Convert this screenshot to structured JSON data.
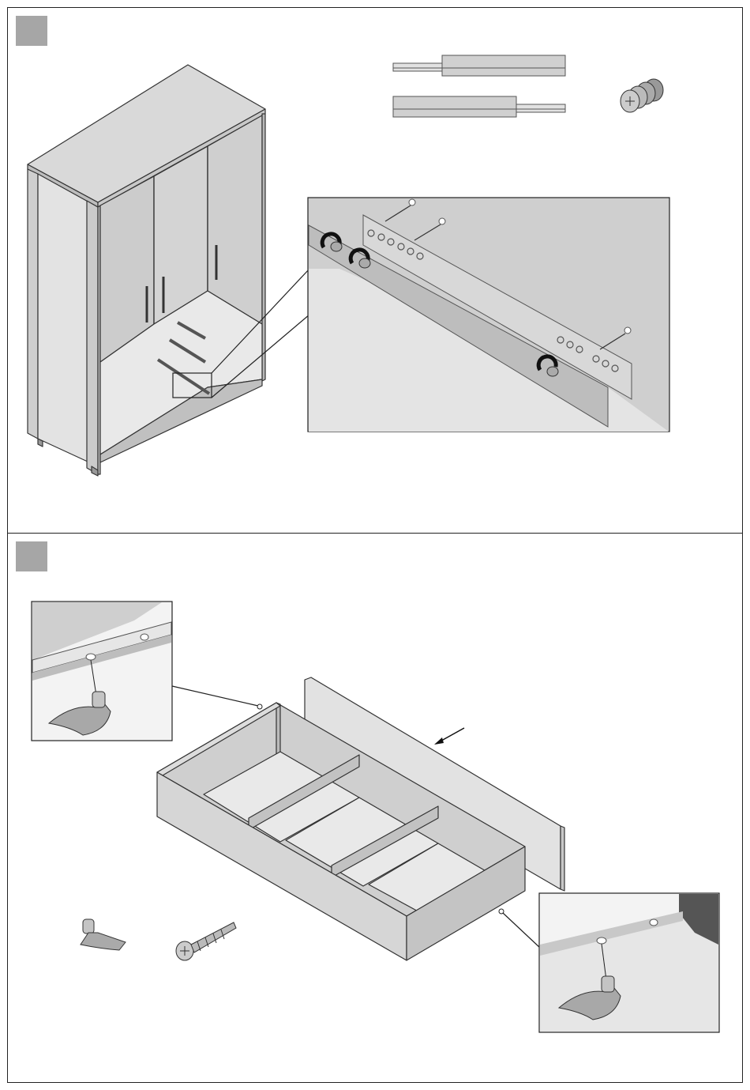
{
  "document": {
    "type": "assembly-instructions",
    "steps": [
      {
        "marker_color": "#a6a6a6",
        "parts": [
          "drawer-runner-pair",
          "euro-screw"
        ]
      },
      {
        "marker_color": "#a6a6a6",
        "parts": [
          "drawer-stop-clip",
          "pan-head-screw"
        ]
      }
    ]
  }
}
